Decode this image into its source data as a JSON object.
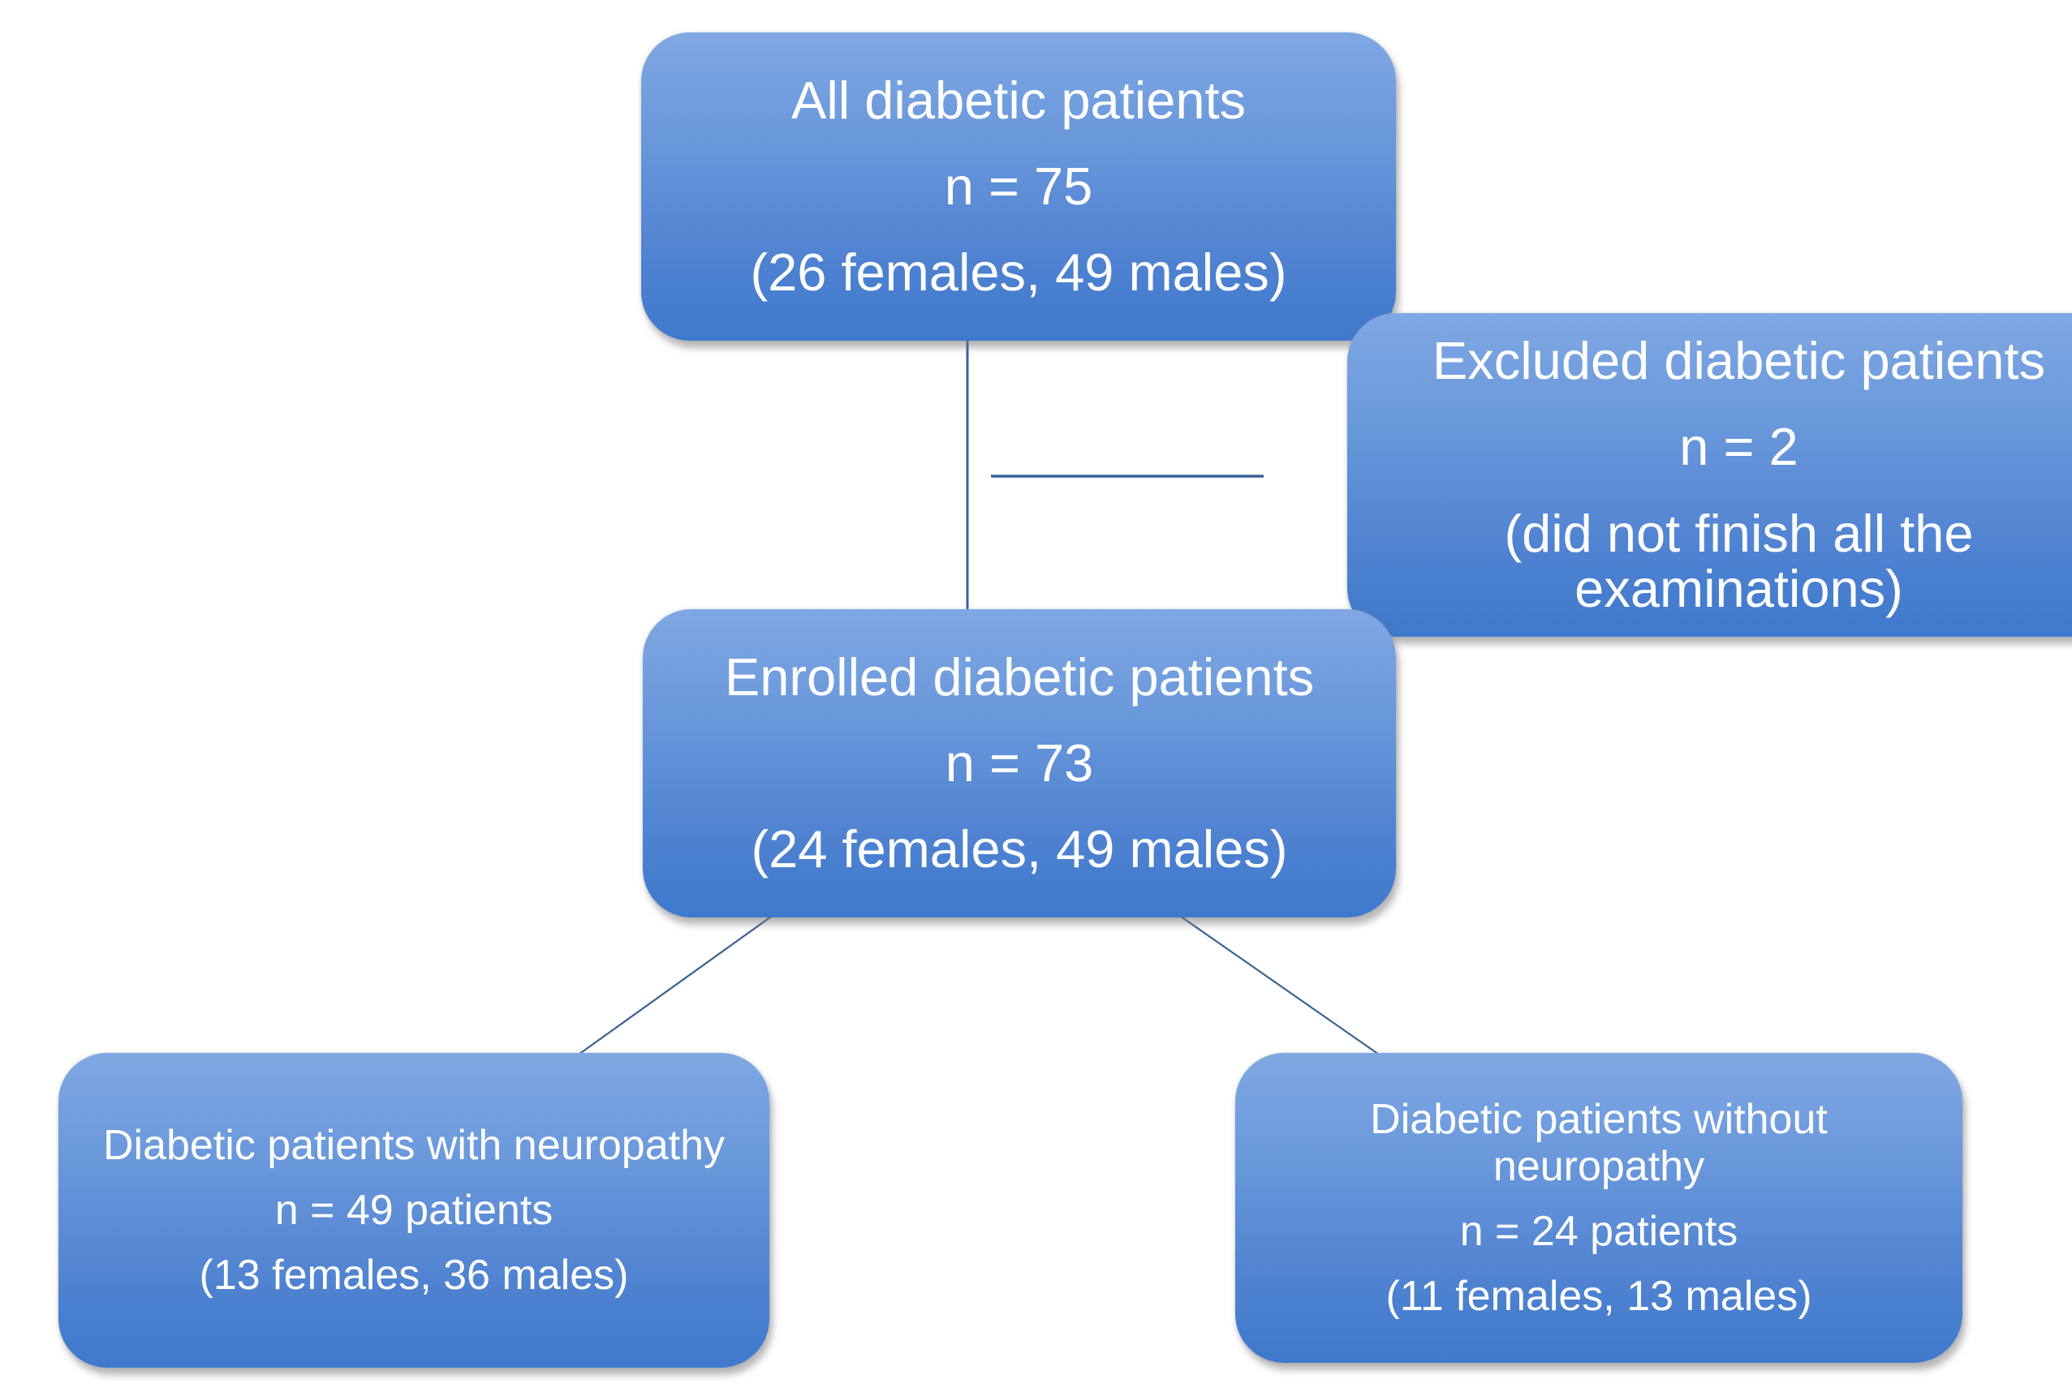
{
  "figure": {
    "type": "patient-enrollment-flow-diagram",
    "background": "#FFFFFF",
    "colors": {
      "box_gradient_top": "#7FA8E3",
      "box_gradient_bottom": "#3E79CC",
      "text": "#FFFFFF",
      "connector": "#3A6194"
    },
    "nodes": {
      "all": {
        "title": "All diabetic patients",
        "count": "n = 75",
        "breakdown": "(26 females, 49 males)"
      },
      "excluded": {
        "title": "Excluded diabetic patients",
        "count": "n = 2",
        "breakdown": "(did not finish all the examinations)"
      },
      "enrolled": {
        "title": "Enrolled diabetic patients",
        "count": "n = 73",
        "breakdown": "(24 females, 49 males)"
      },
      "neuropathy": {
        "title": "Diabetic patients with neuropathy",
        "count": "n = 49 patients",
        "breakdown": "(13 females, 36 males)"
      },
      "no_neuropathy": {
        "title": "Diabetic patients without neuropathy",
        "count": "n = 24 patients",
        "breakdown": "(11 females, 13 males)"
      }
    }
  }
}
